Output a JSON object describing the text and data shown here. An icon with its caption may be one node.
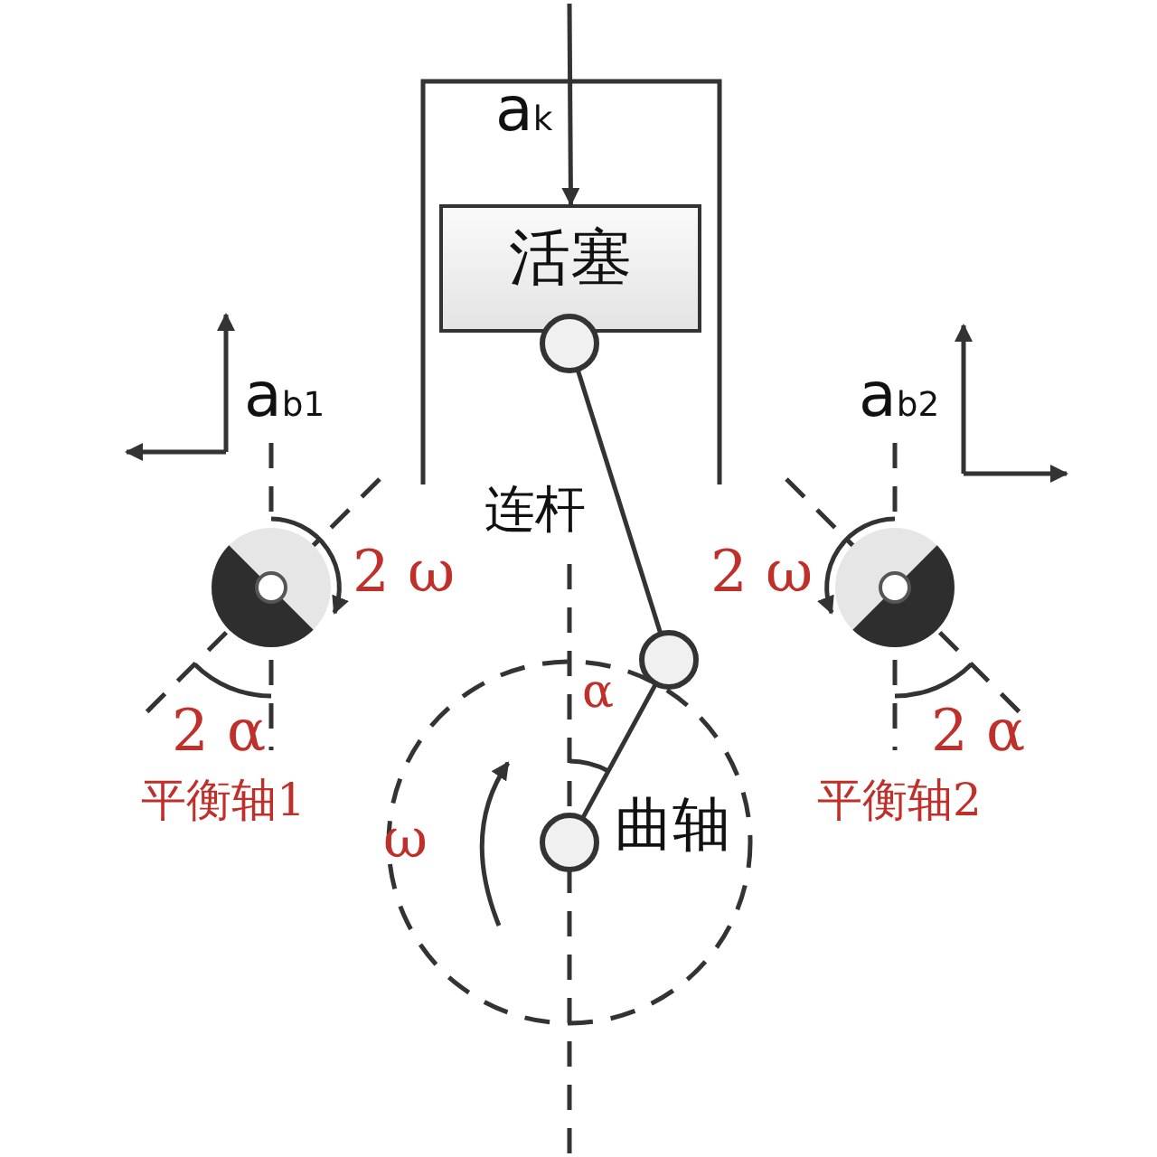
{
  "diagram": {
    "nodes": [
      {
        "text": [
          "活塞"
        ]
      },
      {
        "text": [],
        "shape": "circle"
      },
      {
        "text": [],
        "shape": "circle"
      },
      {
        "text": [],
        "shape": "circle",
        "beside": [
          "曲轴"
        ]
      },
      {
        "text": [],
        "shape": "circle",
        "beside": [
          "平衡轴1"
        ]
      },
      {
        "text": [],
        "shape": "circle",
        "beside": [
          "平衡轴2"
        ]
      }
    ],
    "edges": [
      {
        "from": null,
        "to": 0,
        "arrow": "to",
        "label": "a$_{k}$"
      },
      {
        "from": 1,
        "to": 2,
        "arrow": "none",
        "label": "连杆"
      },
      {
        "from": 3,
        "to": 2,
        "arrow": "none"
      }
    ],
    "labels": [
      "a$_{b1}$",
      "a$_{b2}$",
      "2 ω",
      "2 ω",
      "α",
      "2 α",
      "2 α",
      "ω"
    ]
  }
}
